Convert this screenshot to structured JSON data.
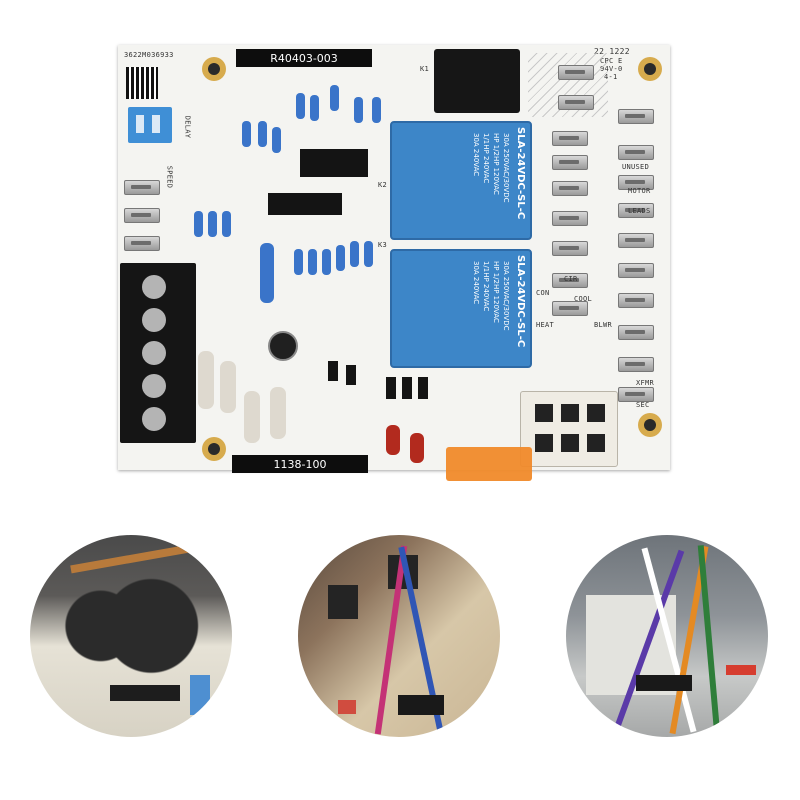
{
  "board": {
    "serial": "3622M036933",
    "top_part": "R40403-003",
    "bottom_part": "1138-100",
    "delay": "DELAY",
    "speed": "SPEED",
    "relay_model": "SLA-24VDC-SL-C",
    "relay_ratings": [
      "30A 250VAC/30VDC",
      "HP 1/2HP 120VAC",
      "1/1HP 240VAC",
      "30A 240VAC"
    ],
    "relay_ids": [
      "K2",
      "K3"
    ],
    "header_right": "CPC E",
    "header_code": "22 1222",
    "header_small": "94V-0",
    "header_sub": "4-1",
    "k1": "K1",
    "right_labels": [
      "UNUSED",
      "MOTOR",
      "LEADS",
      "COOL",
      "BLWR",
      "HEAT",
      "XFMR",
      "SEC"
    ],
    "cir": "CIR",
    "con": "CON"
  },
  "photos": {
    "left": "installed-board-photo",
    "middle": "wired-board-photo",
    "right": "cabinet-wiring-photo"
  },
  "colors": {
    "board": "#f4f4f1",
    "relay": "#3d86c8",
    "mount_ring": "#d7ab4d",
    "fuse": "#f08a2a"
  }
}
